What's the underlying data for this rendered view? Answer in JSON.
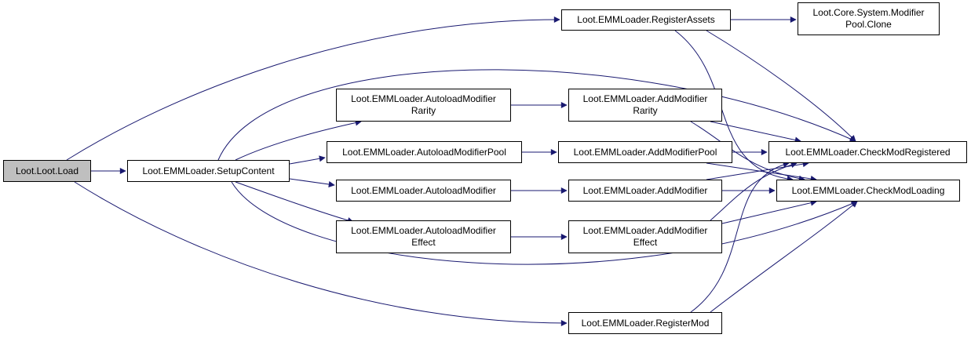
{
  "colors": {
    "edge": "#191970",
    "node_border": "#000000",
    "root_fill": "#bfbfbf",
    "node_fill": "#ffffff"
  },
  "nodes": {
    "load": {
      "lines": [
        "Loot.Loot.Load"
      ]
    },
    "setup_content": {
      "lines": [
        "Loot.EMMLoader.SetupContent"
      ]
    },
    "register_assets": {
      "lines": [
        "Loot.EMMLoader.RegisterAssets"
      ]
    },
    "modifier_pool_clone": {
      "lines": [
        "Loot.Core.System.Modifier",
        "Pool.Clone"
      ]
    },
    "autoload_modifier_rarity": {
      "lines": [
        "Loot.EMMLoader.AutoloadModifier",
        "Rarity"
      ]
    },
    "autoload_modifier_pool": {
      "lines": [
        "Loot.EMMLoader.AutoloadModifierPool"
      ]
    },
    "autoload_modifier": {
      "lines": [
        "Loot.EMMLoader.AutoloadModifier"
      ]
    },
    "autoload_modifier_effect": {
      "lines": [
        "Loot.EMMLoader.AutoloadModifier",
        "Effect"
      ]
    },
    "add_modifier_rarity": {
      "lines": [
        "Loot.EMMLoader.AddModifier",
        "Rarity"
      ]
    },
    "add_modifier_pool": {
      "lines": [
        "Loot.EMMLoader.AddModifierPool"
      ]
    },
    "add_modifier": {
      "lines": [
        "Loot.EMMLoader.AddModifier"
      ]
    },
    "add_modifier_effect": {
      "lines": [
        "Loot.EMMLoader.AddModifier",
        "Effect"
      ]
    },
    "check_mod_registered": {
      "lines": [
        "Loot.EMMLoader.CheckModRegistered"
      ]
    },
    "check_mod_loading": {
      "lines": [
        "Loot.EMMLoader.CheckModLoading"
      ]
    },
    "register_mod": {
      "lines": [
        "Loot.EMMLoader.RegisterMod"
      ]
    }
  }
}
